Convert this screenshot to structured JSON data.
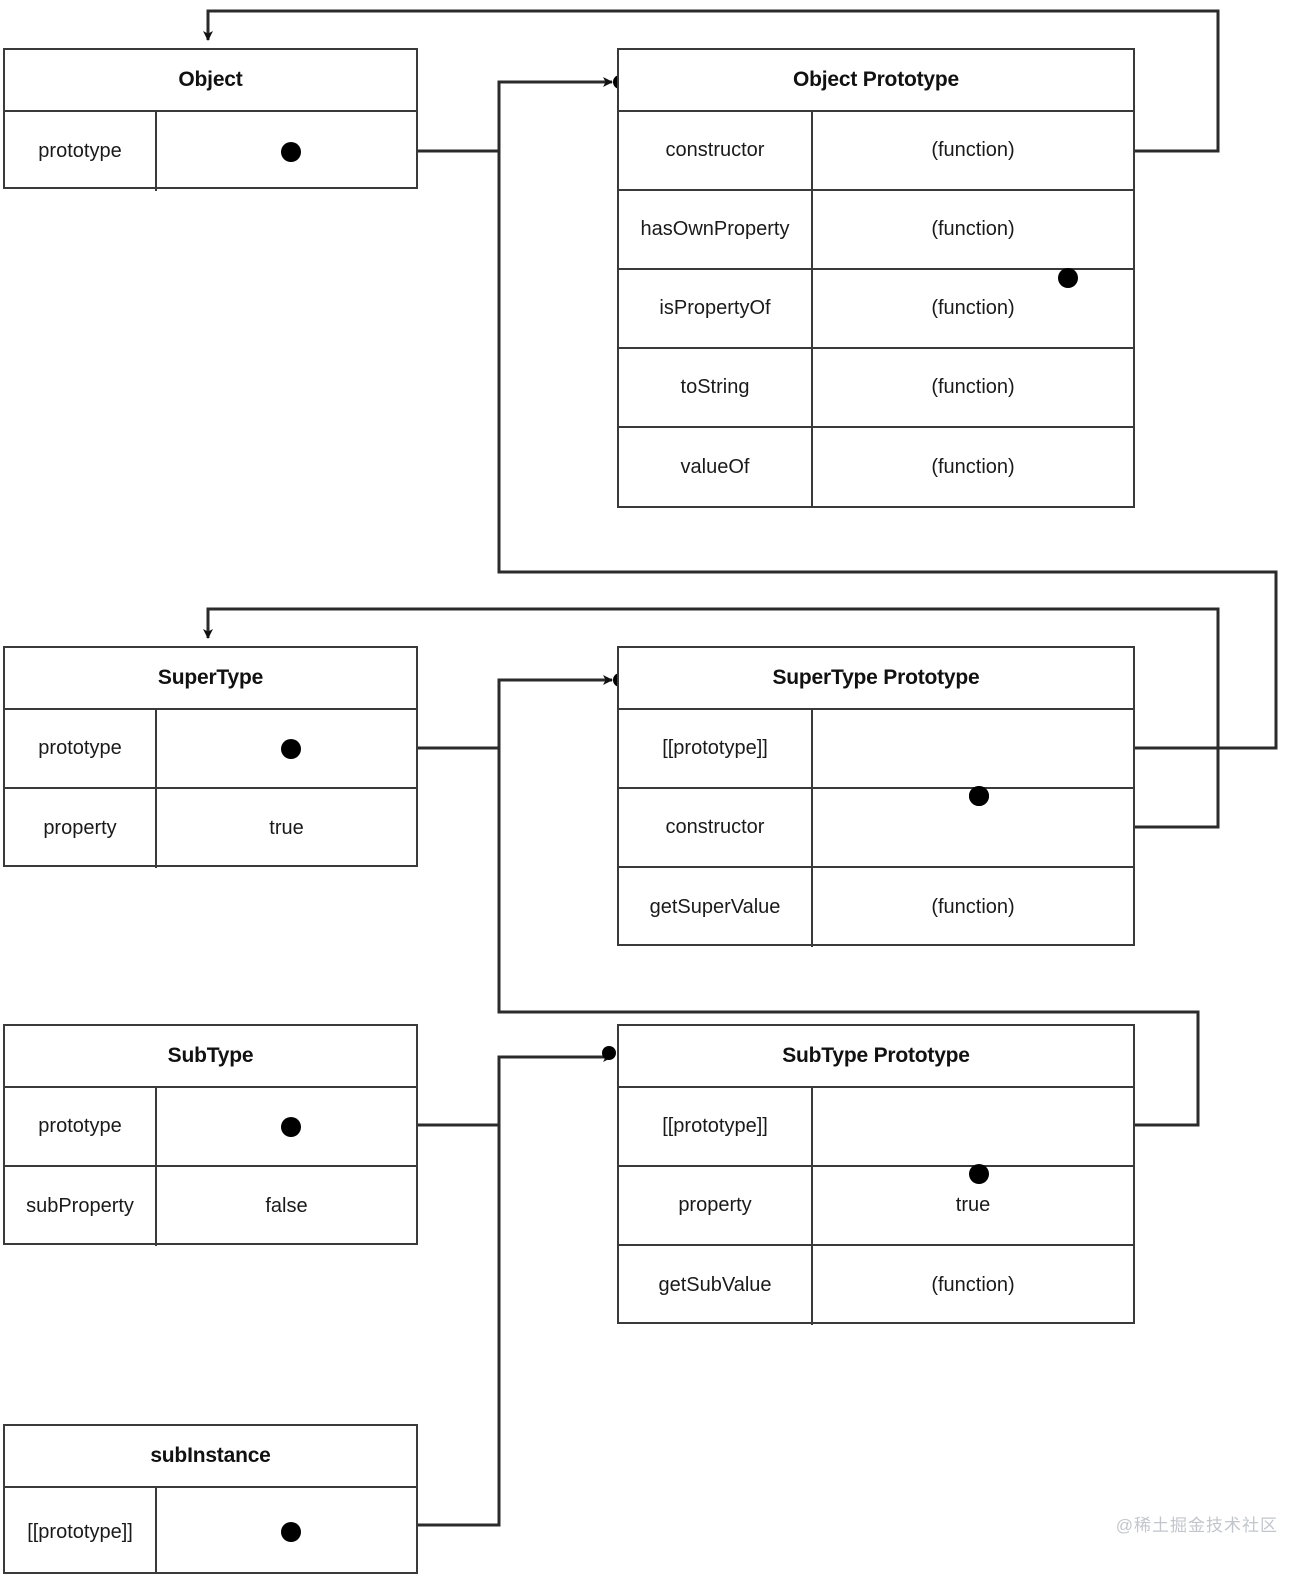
{
  "diagram": {
    "title": "JavaScript prototype chain diagram",
    "watermark": "@稀土掘金技术社区",
    "function_value": "(function)",
    "colors": {
      "stroke": "#3a3a3a",
      "wire": "#2b2b2b",
      "dot": "#000000",
      "background": "#ffffff",
      "watermark": "#c2c6cc"
    },
    "boxes": [
      {
        "id": "object",
        "title": "Object",
        "rows": [
          {
            "key": "prototype",
            "value": "",
            "has_dot": true
          }
        ]
      },
      {
        "id": "object-prototype",
        "title": "Object Prototype",
        "rows": [
          {
            "key": "constructor",
            "value": "(function)",
            "has_dot": true
          },
          {
            "key": "hasOwnProperty",
            "value": "(function)",
            "has_dot": false
          },
          {
            "key": "isPropertyOf",
            "value": "(function)",
            "has_dot": false
          },
          {
            "key": "toString",
            "value": "(function)",
            "has_dot": false
          },
          {
            "key": "valueOf",
            "value": "(function)",
            "has_dot": false
          }
        ]
      },
      {
        "id": "supertype",
        "title": "SuperType",
        "rows": [
          {
            "key": "prototype",
            "value": "",
            "has_dot": true
          },
          {
            "key": "property",
            "value": "true",
            "has_dot": false
          }
        ]
      },
      {
        "id": "supertype-prototype",
        "title": "SuperType Prototype",
        "rows": [
          {
            "key": "[[prototype]]",
            "value": "",
            "has_dot": true
          },
          {
            "key": "constructor",
            "value": "",
            "has_dot": true
          },
          {
            "key": "getSuperValue",
            "value": "(function)",
            "has_dot": false
          }
        ]
      },
      {
        "id": "subtype",
        "title": "SubType",
        "rows": [
          {
            "key": "prototype",
            "value": "",
            "has_dot": true
          },
          {
            "key": "subProperty",
            "value": "false",
            "has_dot": false
          }
        ]
      },
      {
        "id": "subtype-prototype",
        "title": "SubType Prototype",
        "rows": [
          {
            "key": "[[prototype]]",
            "value": "",
            "has_dot": true
          },
          {
            "key": "property",
            "value": "true",
            "has_dot": false
          },
          {
            "key": "getSubValue",
            "value": "(function)",
            "has_dot": false
          }
        ]
      },
      {
        "id": "subinstance",
        "title": "subInstance",
        "rows": [
          {
            "key": "[[prototype]]",
            "value": "",
            "has_dot": true
          }
        ]
      }
    ],
    "connections": [
      {
        "from": "object.prototype",
        "to": "object-prototype.header",
        "arrow": true
      },
      {
        "from": "object-prototype.constructor",
        "to": "object.header",
        "arrow": true
      },
      {
        "from": "supertype.prototype",
        "to": "supertype-prototype.header",
        "arrow": true
      },
      {
        "from": "supertype-prototype.[[prototype]]",
        "to": "object-prototype.header",
        "arrow": true
      },
      {
        "from": "supertype-prototype.constructor",
        "to": "supertype.header",
        "arrow": true
      },
      {
        "from": "subtype.prototype",
        "to": "subtype-prototype.header",
        "arrow": true
      },
      {
        "from": "subtype-prototype.[[prototype]]",
        "to": "supertype-prototype.header",
        "arrow": true
      },
      {
        "from": "subinstance.[[prototype]]",
        "to": "subtype-prototype.header",
        "arrow": true
      }
    ]
  }
}
